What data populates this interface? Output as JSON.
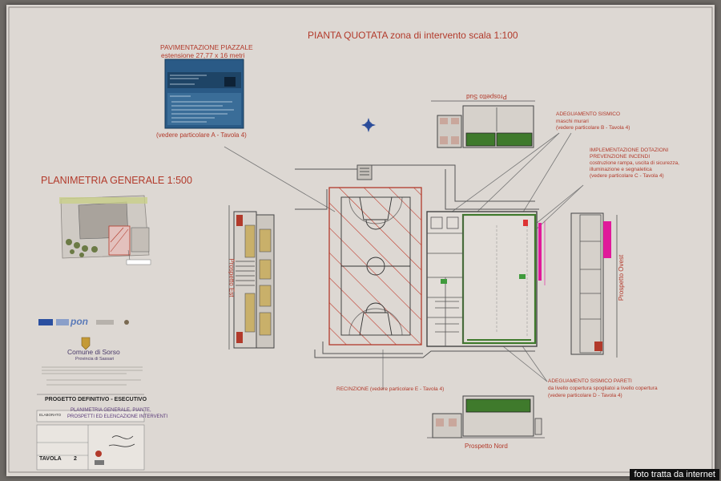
{
  "title_main": "PIANTA QUOTATA zona di intervento   scala 1:100",
  "planimetria": "PLANIMETRIA GENERALE 1:500",
  "paving": {
    "title": "PAVIMENTAZIONE PIAZZALE",
    "size": "estensione 27,77 x 16 metri",
    "ref": "(vedere particolare A - Tavola 4)"
  },
  "notes": {
    "sismico_title": "ADEGUAMENTO SISMICO",
    "sismico_sub": "maschi murari",
    "sismico_ref": "(vedere particolare B - Tavola 4)",
    "incendi_title1": "IMPLEMENTAZIONE DOTAZIONI",
    "incendi_title2": "PREVENZIONE INCENDI",
    "incendi_sub1": "costruzione rampa, uscita di sicurezza,",
    "incendi_sub2": "illuminazione e segnaletica",
    "incendi_ref": "(vedere particolare C - Tavola 4)",
    "pareti_title": "ADEGUAMENTO SISMICO PARETI",
    "pareti_sub": "da livello copertura spogliatoi a livello copertura",
    "pareti_ref": "(vedere particolare D - Tavola 4)",
    "recinzione": "RECINZIONE (vedere particolare E - Tavola 4)"
  },
  "elevations": {
    "sud": "Prospetto Sud",
    "est": "Prospetto Est",
    "ovest": "Prospetto Ovest",
    "nord": "Prospetto Nord"
  },
  "titleblock": {
    "comune": "Comune di Sorso",
    "provincia": "Provincia di Sassari",
    "progetto": "PROGETTO DEFINITIVO - ESECUTIVO",
    "elaborato_label": "ELABORATO",
    "elaborato1": "PLANIMETRIA GENERALE, PIANTE,",
    "elaborato2": "PROSPETTI ED ELENCAZIONE INTERVENTI",
    "tavola": "TAVOLA",
    "tavola_num": "2"
  },
  "credit": "foto tratta da internet",
  "colors": {
    "red": "#b23a2b",
    "magenta": "#e0199a",
    "green": "#3f7a2c",
    "board_blue": "#2a5a86"
  }
}
